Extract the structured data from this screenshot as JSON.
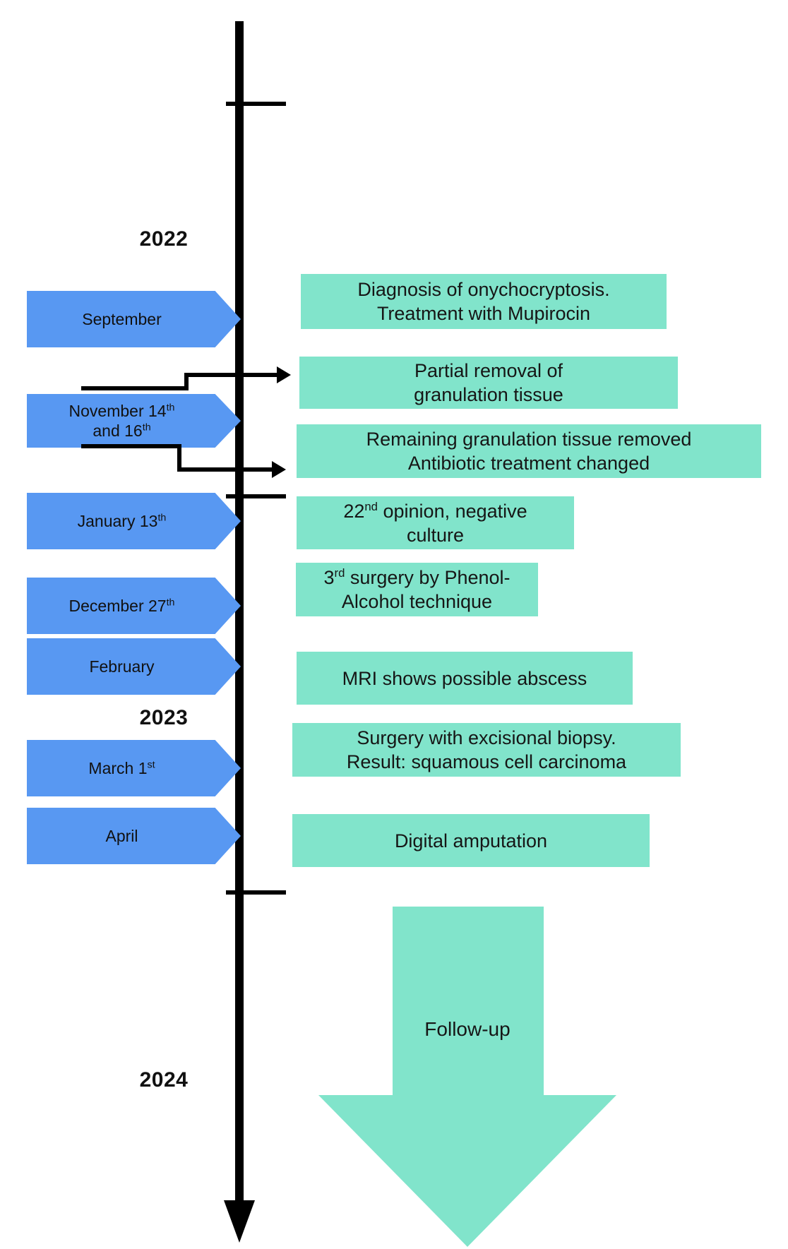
{
  "figure": {
    "type": "vertical-timeline",
    "description": "Clinical case timeline 2022-2024"
  },
  "colors": {
    "arrow_blue": "#5898F2",
    "box_teal": "#81E4CB",
    "line_black": "#000000"
  },
  "years": [
    {
      "label": "2022"
    },
    {
      "label": "2023"
    },
    {
      "label": "2024"
    }
  ],
  "date_arrows": [
    {
      "lines": [
        {
          "pre": "September",
          "sup": "",
          "post": ""
        }
      ]
    },
    {
      "lines": [
        {
          "pre": "November 14",
          "sup": "th",
          "post": ""
        },
        {
          "pre": "and 16",
          "sup": "th",
          "post": ""
        }
      ]
    },
    {
      "lines": [
        {
          "pre": "January 13",
          "sup": "th",
          "post": ""
        }
      ]
    },
    {
      "lines": [
        {
          "pre": "December 27",
          "sup": "th",
          "post": ""
        }
      ]
    },
    {
      "lines": [
        {
          "pre": "February",
          "sup": "",
          "post": ""
        }
      ]
    },
    {
      "lines": [
        {
          "pre": "March 1",
          "sup": "st",
          "post": ""
        }
      ]
    },
    {
      "lines": [
        {
          "pre": "April",
          "sup": "",
          "post": ""
        }
      ]
    }
  ],
  "event_boxes": [
    {
      "lines": [
        {
          "pre": "Diagnosis of onychocryptosis.",
          "sup": "",
          "post": ""
        },
        {
          "pre": "Treatment with Mupirocin",
          "sup": "",
          "post": ""
        }
      ]
    },
    {
      "lines": [
        {
          "pre": "Partial removal of",
          "sup": "",
          "post": ""
        },
        {
          "pre": "granulation tissue",
          "sup": "",
          "post": ""
        }
      ]
    },
    {
      "lines": [
        {
          "pre": "Remaining granulation tissue removed",
          "sup": "",
          "post": ""
        },
        {
          "pre": "Antibiotic treatment changed",
          "sup": "",
          "post": ""
        }
      ]
    },
    {
      "lines": [
        {
          "pre": "22",
          "sup": "nd",
          "post": " opinion, negative"
        },
        {
          "pre": "culture",
          "sup": "",
          "post": ""
        }
      ]
    },
    {
      "lines": [
        {
          "pre": "3",
          "sup": "rd",
          "post": " surgery by Phenol-"
        },
        {
          "pre": "Alcohol technique",
          "sup": "",
          "post": ""
        }
      ]
    },
    {
      "lines": [
        {
          "pre": "MRI shows possible abscess",
          "sup": "",
          "post": ""
        }
      ]
    },
    {
      "lines": [
        {
          "pre": "Surgery with excisional biopsy.",
          "sup": "",
          "post": ""
        },
        {
          "pre": "Result: squamous cell carcinoma",
          "sup": "",
          "post": ""
        }
      ]
    },
    {
      "lines": [
        {
          "pre": "Digital amputation",
          "sup": "",
          "post": ""
        }
      ]
    }
  ],
  "follow_up": {
    "label": "Follow-up"
  }
}
